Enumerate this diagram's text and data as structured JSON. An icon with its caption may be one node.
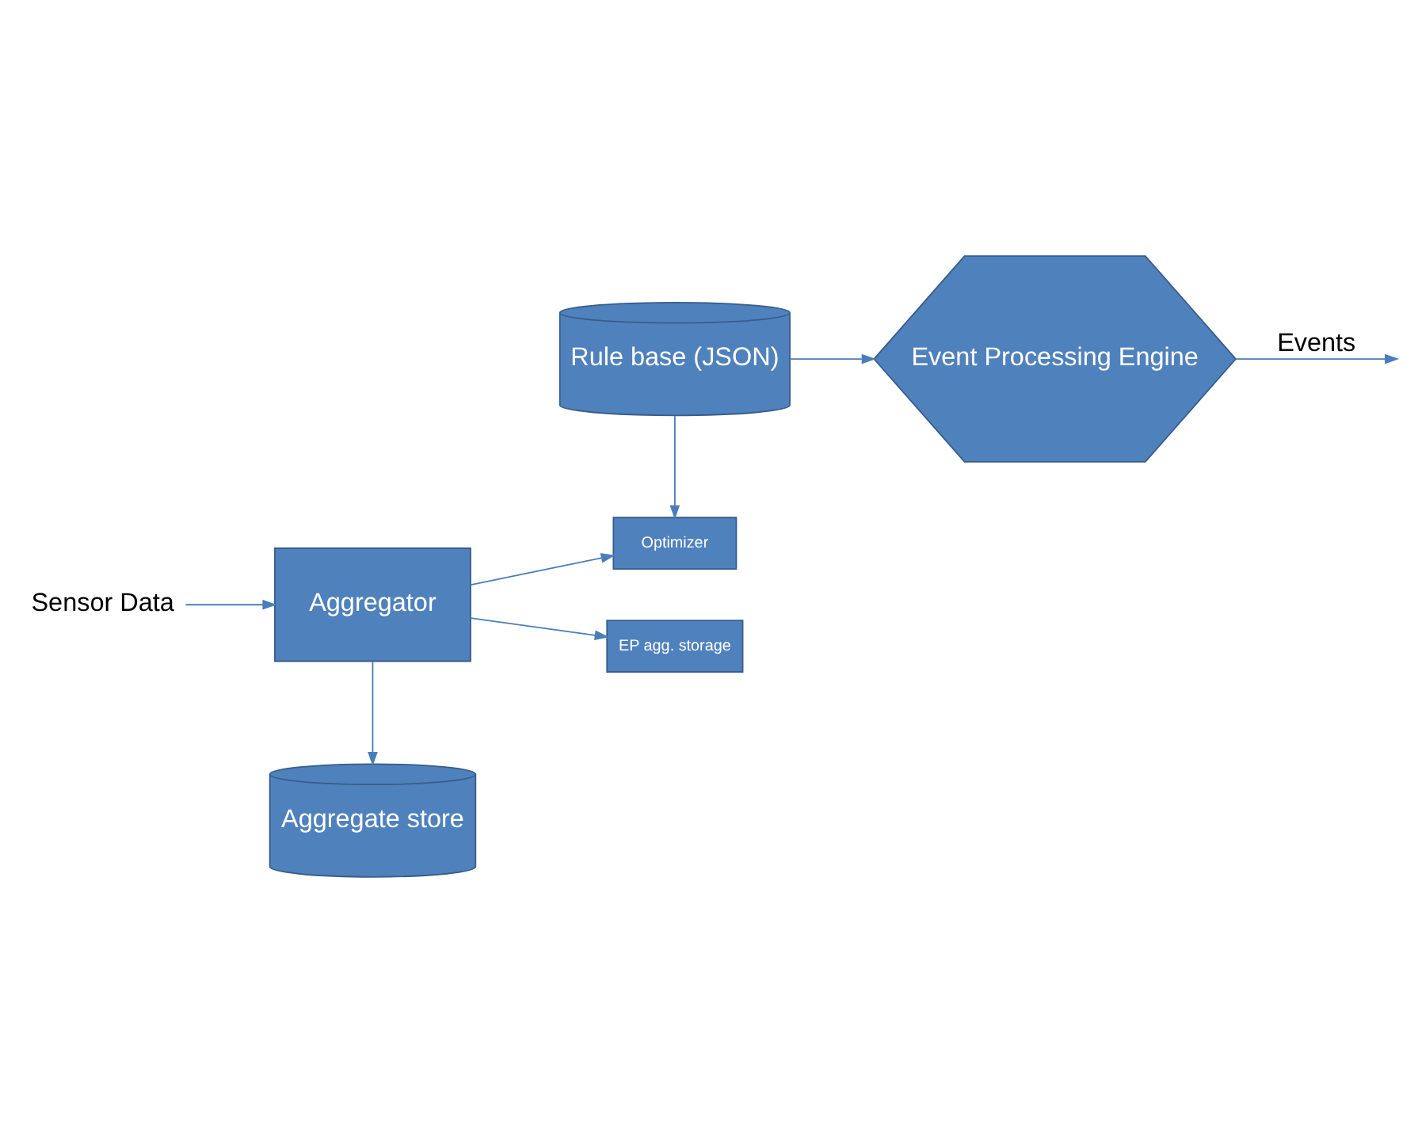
{
  "diagram": {
    "nodes": [
      {
        "text": [
          "Rule base (JSON)"
        ]
      },
      {
        "text": [
          "Sensor Data"
        ]
      },
      {
        "text": [
          "Aggregator"
        ]
      },
      {
        "text": [
          "Optimizer"
        ]
      },
      {
        "text": [
          "EP agg. storage"
        ]
      },
      {
        "text": [
          "Event Processing Engine"
        ]
      },
      {
        "text": [
          "Aggregate store"
        ]
      }
    ],
    "edges": [
      {
        "from": 1,
        "to": 2,
        "arrow": "to"
      },
      {
        "from": 2,
        "to": 3,
        "arrow": "to"
      },
      {
        "from": 2,
        "to": 4,
        "arrow": "to"
      },
      {
        "from": 0,
        "to": 3,
        "arrow": "to"
      },
      {
        "from": 0,
        "to": 5,
        "arrow": "to"
      },
      {
        "from": 5,
        "to": null,
        "arrow": "to",
        "label": "Events"
      },
      {
        "from": 2,
        "to": 6,
        "arrow": "to"
      }
    ]
  }
}
